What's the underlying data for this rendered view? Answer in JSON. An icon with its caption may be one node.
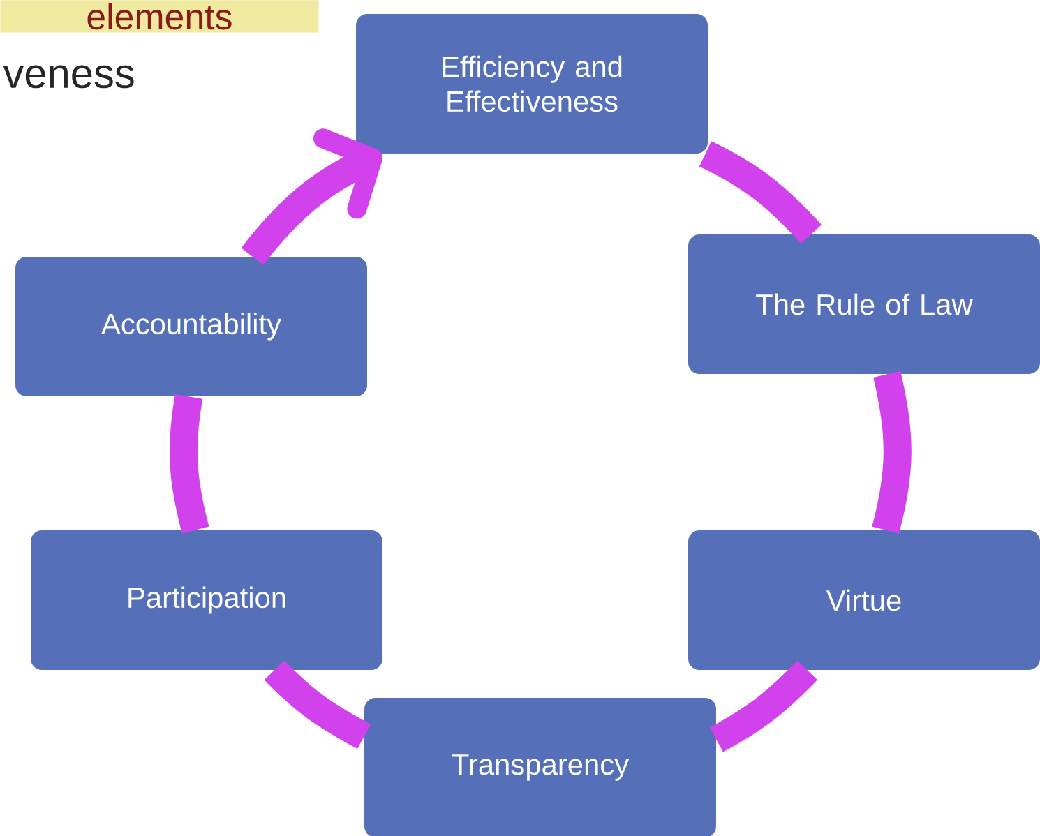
{
  "diagram": {
    "nodes": [
      {
        "text": [
          "Efficiency and Effectiveness"
        ]
      },
      {
        "text": [
          "The Rule of Law"
        ]
      },
      {
        "text": [
          "Virtue"
        ]
      },
      {
        "text": [
          "Transparency"
        ]
      },
      {
        "text": [
          "Participation"
        ]
      },
      {
        "text": [
          "Accountability"
        ]
      }
    ],
    "edges": [
      {
        "from": 0,
        "to": 1,
        "arrow": "none"
      },
      {
        "from": 1,
        "to": 2,
        "arrow": "none"
      },
      {
        "from": 2,
        "to": 3,
        "arrow": "none"
      },
      {
        "from": 3,
        "to": 4,
        "arrow": "none"
      },
      {
        "from": 4,
        "to": 5,
        "arrow": "none"
      },
      {
        "from": 5,
        "to": 0,
        "arrow": "to"
      }
    ],
    "labels": [
      "elements",
      "veness"
    ]
  }
}
